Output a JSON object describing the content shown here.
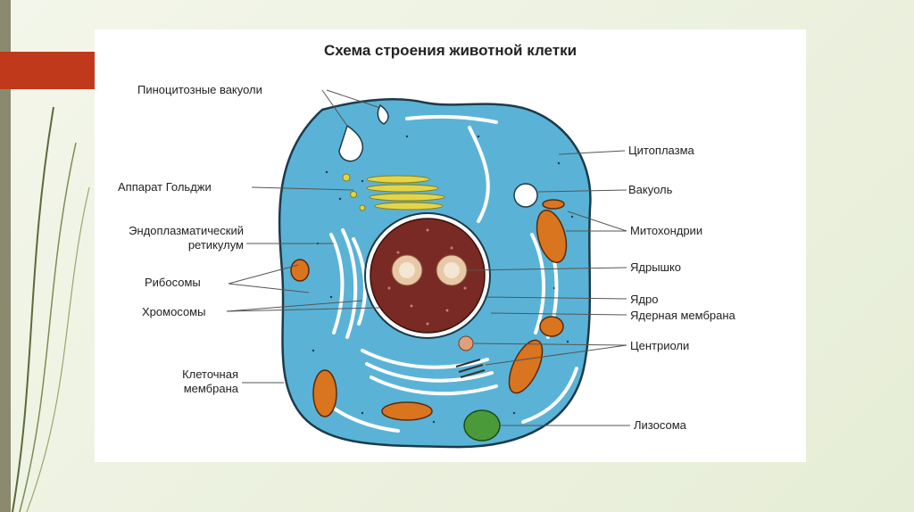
{
  "title": "Схема строения животной клетки",
  "labels": {
    "pinocytosis": "Пиноцитозные вакуоли",
    "golgi": "Аппарат Гольджи",
    "er_line1": "Эндоплазматический",
    "er_line2": "ретикулум",
    "ribosomes": "Рибосомы",
    "chromosomes": "Хромосомы",
    "cell_membrane_line1": "Клеточная",
    "cell_membrane_line2": "мембрана",
    "cytoplasm": "Цитоплазма",
    "vacuole": "Вакуоль",
    "mitochondria": "Митохондрии",
    "nucleolus": "Ядрышко",
    "nucleus": "Ядро",
    "nuclear_membrane": "Ядерная мембрана",
    "centrioles": "Центриоли",
    "lysosome": "Лизосома"
  },
  "colors": {
    "cytoplasm": "#5ab3d6",
    "nucleus": "#7a2a24",
    "mitochondria": "#d9741f",
    "golgi": "#e2d54a",
    "lysosome": "#4a9a3a",
    "accent": "#c0391b"
  }
}
